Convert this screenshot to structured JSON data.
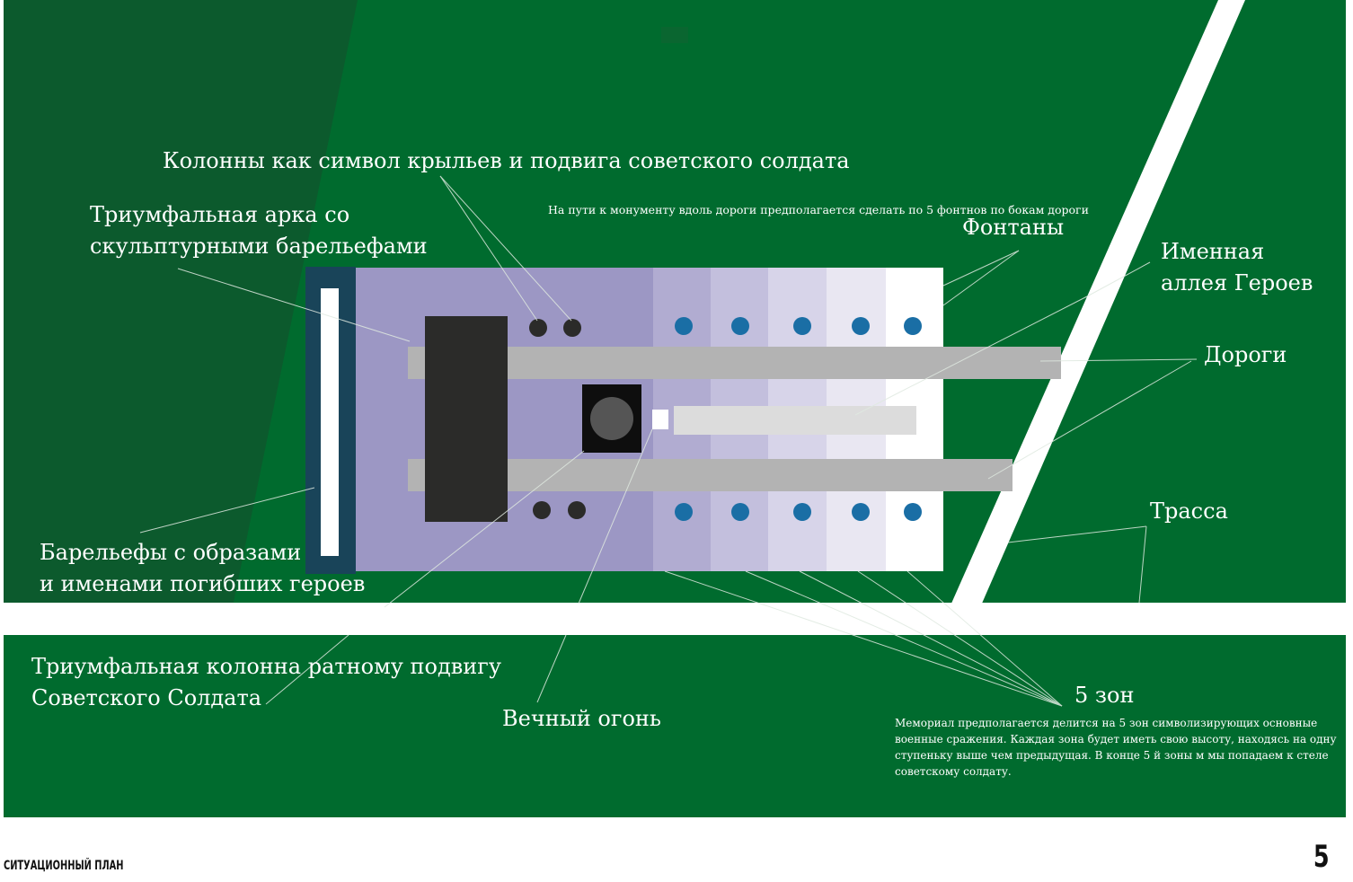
{
  "colors": {
    "background_green": "#006b2e",
    "dark_green": "#0c5a2d",
    "road_white": "#ffffff",
    "arch_purple": "#9c97c4",
    "barrier_teal": "#194459",
    "fountain_blue": "#1a6ea5",
    "column_dark": "#2b2b29",
    "road_gray": "#b3b3b3"
  },
  "labels": {
    "columns": "Колонны как символ крыльев и подвига советского солдата",
    "arch_line1": "Триумфальная арка со",
    "arch_line2": "скульптурными барельефами",
    "fountains_note": "На пути к монументу вдоль дороги предполагается сделать по  5 фонтнов по бокам дороги",
    "fountains": "Фонтаны",
    "alley_line1": "Именная",
    "alley_line2": "аллея Героев",
    "roads": "Дороги",
    "highway": "Трасса",
    "reliefs_line1": "Барельефы с образами",
    "reliefs_line2": "и именами погибших героев",
    "triumph_col_line1": "Триумфальная колонна ратному подвигу",
    "triumph_col_line2": "Советского Солдата",
    "eternal_flame": "Вечный огонь",
    "zones": "5 зон",
    "zones_note_line1": "Мемориал предполагается  делится на  5 зон символизирующих основные",
    "zones_note_line2": "военные сражения. Каждая зона будет иметь свою высоту, находясь на  одну",
    "zones_note_line3": "ступеньку выше чем предыдущая.  В конце  5 й зоны м мы попадаем к стеле",
    "zones_note_line4": "советскому солдату."
  },
  "footer": {
    "title": "СИТУАЦИОННЫЙ ПЛАН",
    "page_number": "5"
  }
}
